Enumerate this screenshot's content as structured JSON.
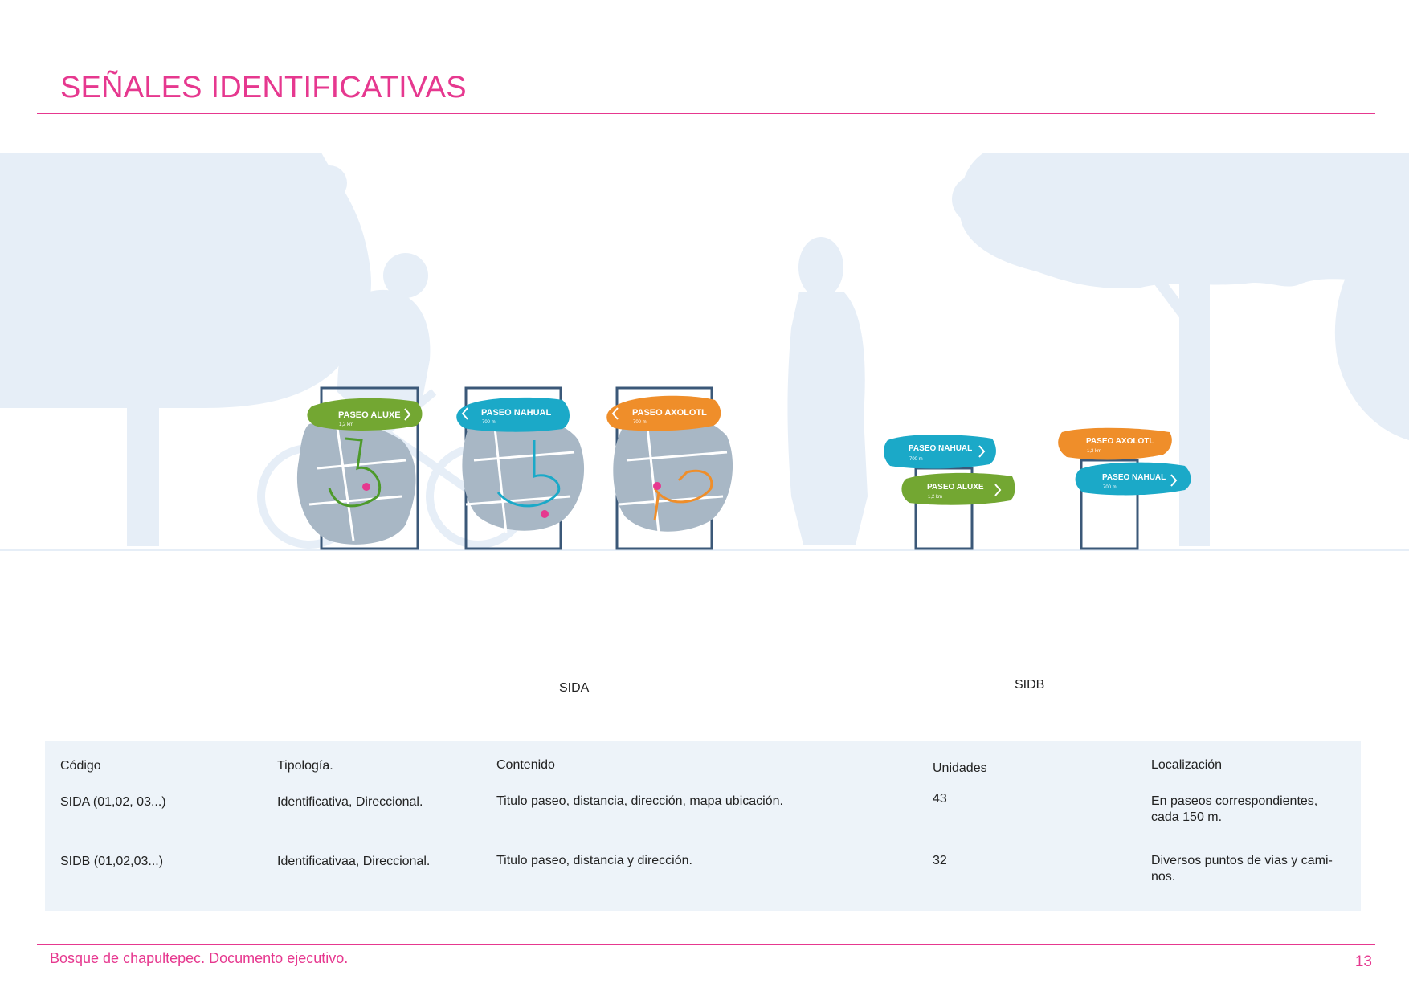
{
  "page": {
    "title": "SEÑALES IDENTIFICATIVAS",
    "footer": "Bosque de chapultepec. Documento ejecutivo.",
    "page_number": "13"
  },
  "colors": {
    "accent": "#e6388f",
    "green": "#73a732",
    "cyan": "#1ba9c8",
    "orange": "#ef8e2a",
    "silhouette": "#e6eef7",
    "post": "#3b5878",
    "map": "#a8b7c5"
  },
  "illustration": {
    "labels": {
      "sida": "SIDA",
      "sidb": "SIDB"
    },
    "signs": {
      "aluxe": {
        "name": "PASEO ALUXE",
        "distance": "1,2 km"
      },
      "nahual": {
        "name": "PASEO NAHUAL",
        "distance": "700 m"
      },
      "axolotl": {
        "name": "PASEO AXOLOTL",
        "distance": "700 m"
      },
      "axolotl_small": {
        "name": "PASEO AXOLOTL",
        "distance": "1,2 km"
      }
    }
  },
  "table": {
    "headers": {
      "codigo": "Código",
      "tipologia": "Tipología.",
      "contenido": "Contenido",
      "unidades": "Unidades",
      "localizacion": "Localización"
    },
    "rows": [
      {
        "codigo": "SIDA (01,02, 03...)",
        "tipologia": "Identificativa, Direccional.",
        "contenido": "Titulo paseo, distancia, dirección, mapa ubicación.",
        "unidades": "43",
        "localizacion": "En paseos correspondientes, cada 150 m."
      },
      {
        "codigo": "SIDB (01,02,03...)",
        "tipologia": "Identificativaa, Direccional.",
        "contenido": "Titulo paseo, distancia y dirección.",
        "unidades": "32",
        "localizacion": "Diversos puntos de vias y cami-nos."
      }
    ]
  }
}
